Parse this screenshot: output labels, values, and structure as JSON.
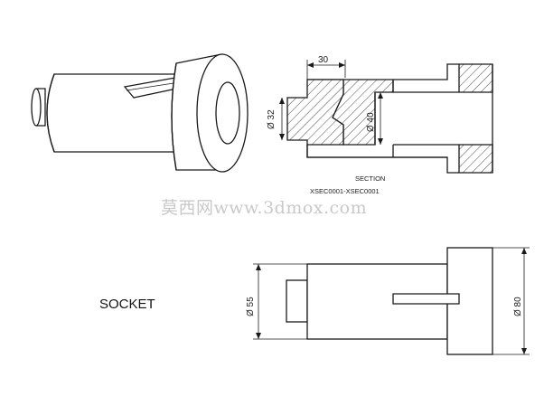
{
  "title": "SOCKET",
  "watermark": "莫西网www.3dmox.com",
  "section_view": {
    "label": "SECTION",
    "section_id": "XSEC0001-XSEC0001",
    "dims": {
      "length_30": "30",
      "dia_32": "Ø 32",
      "dia_40": "Ø 40"
    }
  },
  "front_view": {
    "dims": {
      "dia_55": "Ø 55",
      "dia_80": "Ø 80"
    }
  }
}
